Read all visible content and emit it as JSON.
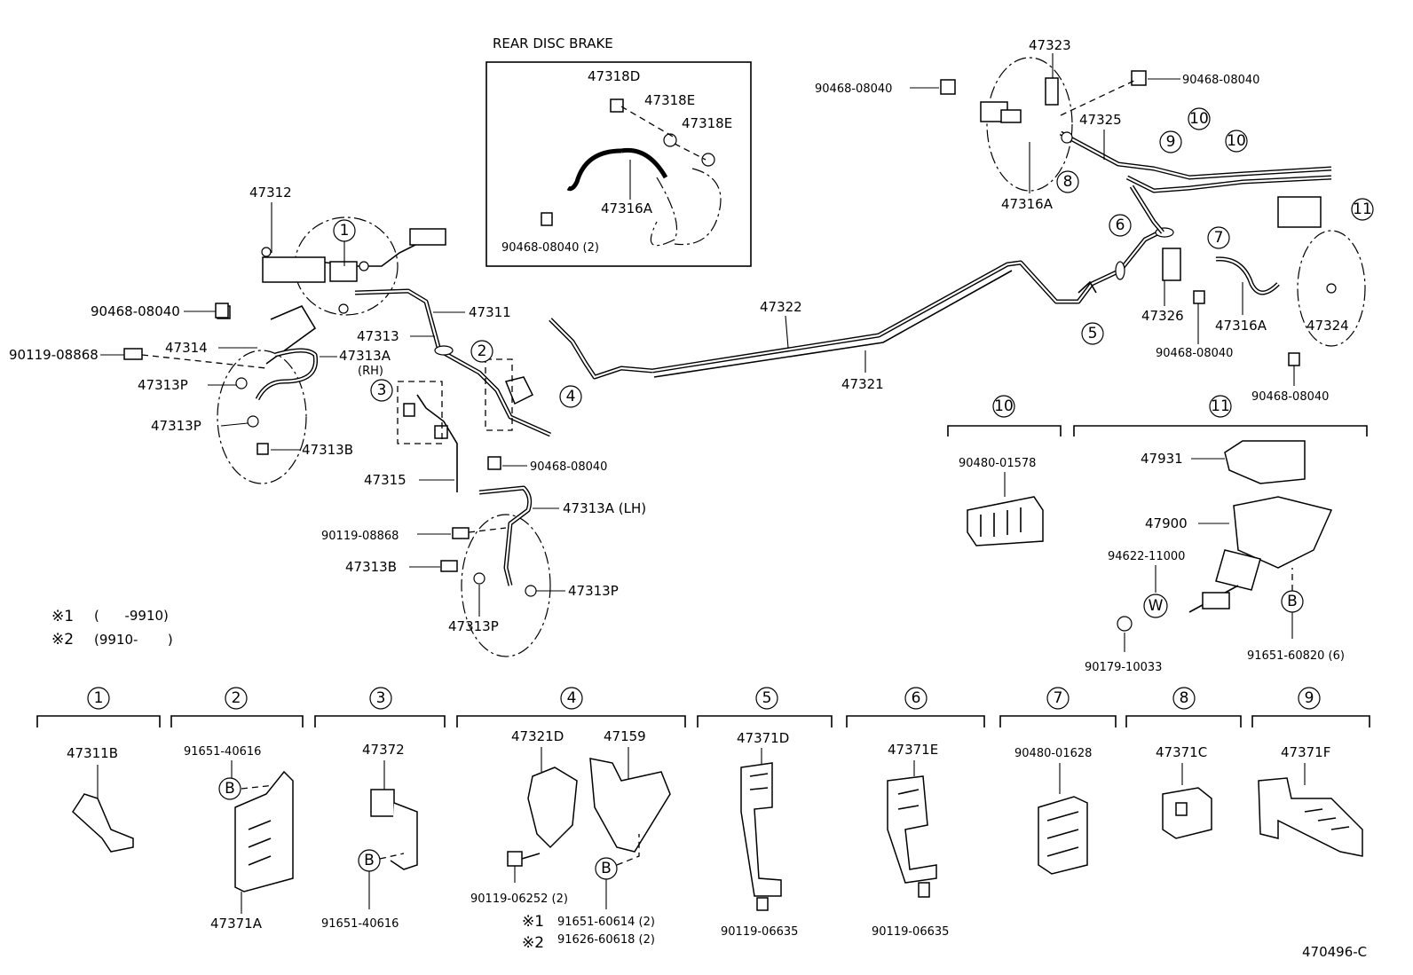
{
  "figure_code": "470496-C",
  "inset": {
    "title": "REAR DISC BRAKE"
  },
  "main_labels": {
    "l47312": "47312",
    "l90468_a": "90468-08040",
    "l90119_a": "90119-08868",
    "l47314": "47314",
    "l47313A_rh": "47313A",
    "rh": "(RH)",
    "l47313P_a": "47313P",
    "l47313P_b": "47313P",
    "l47313B_a": "47313B",
    "l47311": "47311",
    "l47313": "47313",
    "l47315": "47315",
    "l90468_b": "90468-08040",
    "l47313A_lh": "47313A (LH)",
    "l90119_b": "90119-08868",
    "l47313B_b": "47313B",
    "l47313P_c": "47313P",
    "l47313P_d": "47313P",
    "l47322": "47322",
    "l47321": "47321",
    "l47318D": "47318D",
    "l47318E_a": "47318E",
    "l47318E_b": "47318E",
    "l47316A_inset": "47316A",
    "l90468_inset": "90468-08040 (2)",
    "l47323": "47323",
    "l90468_c": "90468-08040",
    "l90468_d": "90468-08040",
    "l47325": "47325",
    "l47316A_b": "47316A",
    "l47326": "47326",
    "l47316A_c": "47316A",
    "l47324": "47324",
    "l90468_e": "90468-08040",
    "l90468_f": "90468-08040",
    "l90480_01578": "90480-01578",
    "l47931": "47931",
    "l47900": "47900",
    "l94622": "94622-11000",
    "l90179": "90179-10033",
    "l91651_60820": "91651-60820 (6)",
    "circ_W": "W",
    "circ_B": "B"
  },
  "notes": {
    "n1_mark": "※1",
    "n1_text": "(      -9910)",
    "n2_mark": "※2",
    "n2_text": "(9910-       )"
  },
  "callouts": [
    "1",
    "2",
    "3",
    "4",
    "5",
    "6",
    "7",
    "8",
    "9",
    "10",
    "11"
  ],
  "detail_groups": {
    "g1": {
      "num": "1",
      "labels": [
        "47311B"
      ]
    },
    "g2": {
      "num": "2",
      "labels": [
        "91651-40616",
        "47371A"
      ]
    },
    "g3": {
      "num": "3",
      "labels": [
        "47372",
        "91651-40616"
      ]
    },
    "g4": {
      "num": "4",
      "labels": [
        "47321D",
        "47159",
        "90119-06252 (2)",
        "91651-60614 (2)",
        "91626-60618 (2)"
      ],
      "marks": [
        "※1",
        "※2"
      ]
    },
    "g5": {
      "num": "5",
      "labels": [
        "47371D",
        "90119-06635"
      ]
    },
    "g6": {
      "num": "6",
      "labels": [
        "47371E",
        "90119-06635"
      ]
    },
    "g7": {
      "num": "7",
      "labels": [
        "90480-01628"
      ]
    },
    "g8": {
      "num": "8",
      "labels": [
        "47371C"
      ]
    },
    "g9": {
      "num": "9",
      "labels": [
        "47371F"
      ]
    },
    "g10": {
      "num": "10"
    },
    "g11": {
      "num": "11"
    }
  }
}
